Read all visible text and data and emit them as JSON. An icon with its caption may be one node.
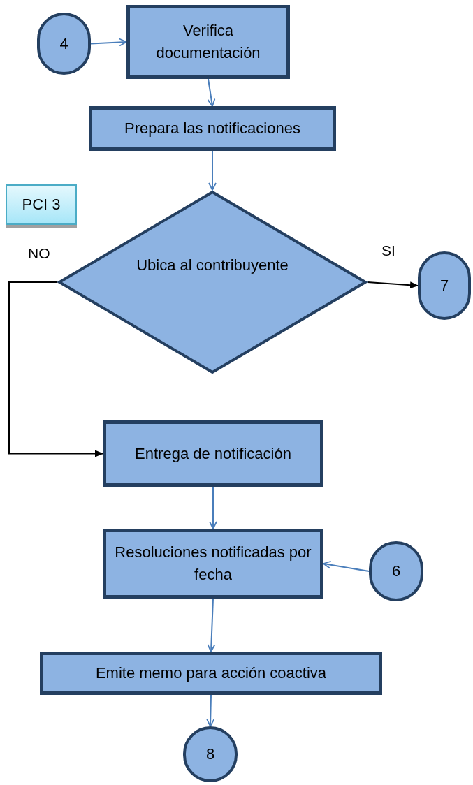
{
  "diagram": {
    "nodes": [
      {
        "text": [
          "4"
        ]
      },
      {
        "text": [
          "Verifica documentación"
        ]
      },
      {
        "text": [
          "Prepara las notificaciones"
        ]
      },
      {
        "text": [
          "PCI 3"
        ]
      },
      {
        "text": [
          "Ubica al contribuyente"
        ]
      },
      {
        "text": [
          "7"
        ]
      },
      {
        "text": [
          "Entrega de notificación"
        ]
      },
      {
        "text": [
          "Resoluciones notificadas por fecha"
        ]
      },
      {
        "text": [
          "6"
        ]
      },
      {
        "text": [
          "Emite memo para acción coactiva"
        ]
      },
      {
        "text": [
          "8"
        ]
      }
    ],
    "edges": [
      {
        "from": 0,
        "to": 1,
        "arrow": "to"
      },
      {
        "from": 1,
        "to": 2,
        "arrow": "to"
      },
      {
        "from": 2,
        "to": 4,
        "arrow": "to"
      },
      {
        "from": 4,
        "to": 5,
        "arrow": "to",
        "label": "SI",
        "color": "#000000"
      },
      {
        "from": 4,
        "to": 6,
        "arrow": "to",
        "label": "NO",
        "color": "#000000"
      },
      {
        "from": 6,
        "to": 7,
        "arrow": "to"
      },
      {
        "from": 8,
        "to": 7,
        "arrow": "to"
      },
      {
        "from": 7,
        "to": 9,
        "arrow": "to"
      },
      {
        "from": 9,
        "to": 10,
        "arrow": "to"
      }
    ]
  }
}
